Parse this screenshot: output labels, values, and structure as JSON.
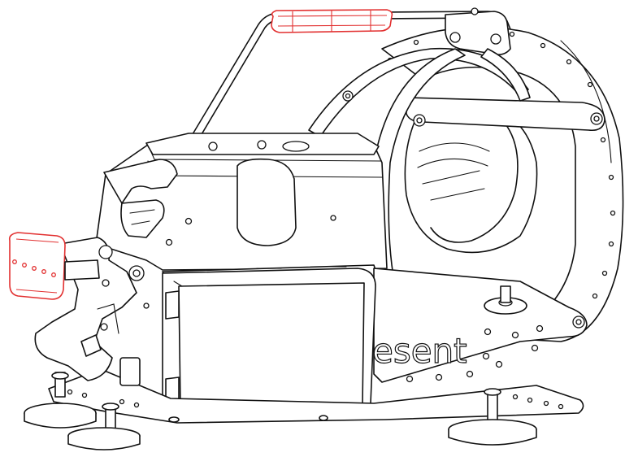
{
  "drawing": {
    "brand_text": "esent",
    "highlight_color": "#e23030",
    "line_color": "#111111",
    "highlighted_parts": [
      "top-carry-handle-grip",
      "front-side-handle-grip"
    ]
  }
}
